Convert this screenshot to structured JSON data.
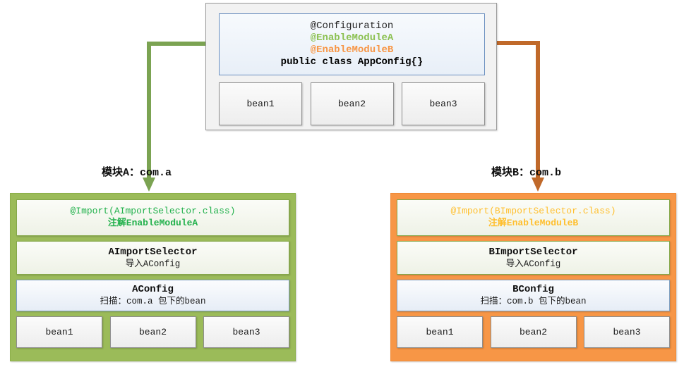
{
  "diagram": {
    "title": "Spring @EnableModule Import Selector Diagram",
    "colors": {
      "module_a_border": "#9BBB59",
      "module_b_border": "#F79646",
      "connector_a": "#7BA352",
      "connector_b": "#C0692A",
      "annotation_green": "#8CC152",
      "annotation_orange": "#F79646",
      "import_green": "#22B14C",
      "import_orange": "#FFBF2E",
      "config_border": "#7F9FC0",
      "container_border": "#9A9A9A"
    }
  },
  "app_config": {
    "lines": [
      "@Configuration",
      "@EnableModuleA",
      "@EnableModuleB",
      "public class AppConfig{}"
    ],
    "beans": [
      "bean1",
      "bean2",
      "bean3"
    ]
  },
  "module_a": {
    "label": "模块A：com.a",
    "import_annotation": "@Import(AImportSelector.class)",
    "import_caption": "注解EnableModuleA",
    "selector_title": "AImportSelector",
    "selector_sub": "导入AConfig",
    "config_title": "AConfig",
    "config_sub": "扫描：com.a 包下的bean",
    "beans": [
      "bean1",
      "bean2",
      "bean3"
    ]
  },
  "module_b": {
    "label": "模块B：com.b",
    "import_annotation": "@Import(BImportSelector.class)",
    "import_caption": "注解EnableModuleB",
    "selector_title": "BImportSelector",
    "selector_sub": "导入AConfig",
    "config_title": "BConfig",
    "config_sub": "扫描：com.b 包下的bean",
    "beans": [
      "bean1",
      "bean2",
      "bean3"
    ]
  }
}
